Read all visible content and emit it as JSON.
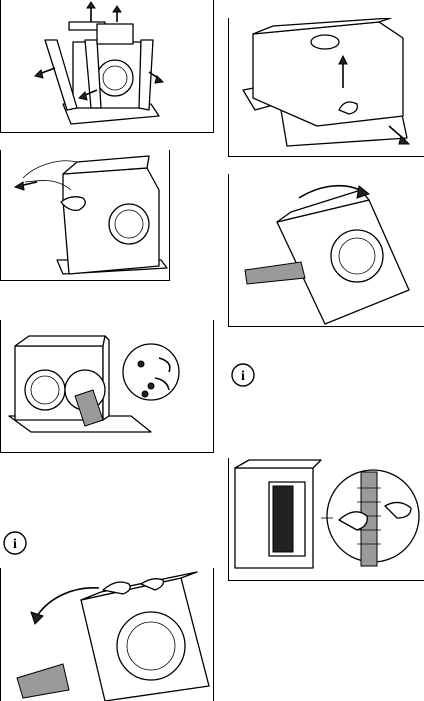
{
  "page": {
    "illustrations": [
      {
        "id": "remove-packaging-top",
        "icon": "arrows-remove-packaging-icon"
      },
      {
        "id": "remove-plastic-cover",
        "icon": "plastic-cover-removal-icon"
      },
      {
        "id": "take-out-accessories",
        "icon": "accessory-bag-icon"
      },
      {
        "id": "tilt-machine-left",
        "icon": "tilt-left-arrow-icon"
      },
      {
        "id": "remove-base-polystyrene",
        "icon": "base-removal-arrows-icon"
      },
      {
        "id": "tilt-machine-right",
        "icon": "tilt-right-arrow-icon"
      },
      {
        "id": "remove-hose-support",
        "icon": "hose-support-detail-icon"
      }
    ],
    "info_icons": [
      {
        "id": "info-note-left",
        "symbol": "i"
      },
      {
        "id": "info-note-right",
        "symbol": "i"
      }
    ]
  }
}
